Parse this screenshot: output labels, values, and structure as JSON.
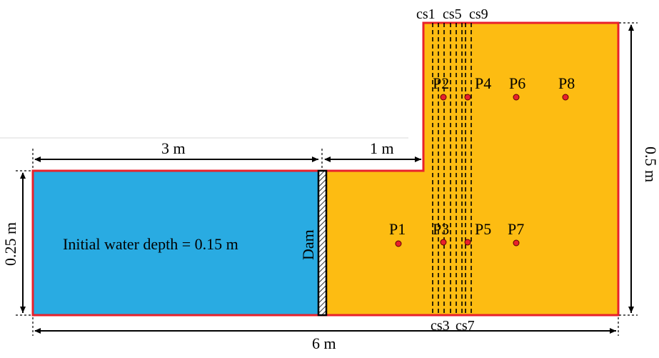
{
  "colors": {
    "reservoir": "#29ABE2",
    "floodplain": "#FDBC12",
    "boundary": "#E8212B",
    "probe": "#E8212B",
    "dimension": "#000000"
  },
  "labels": {
    "water_depth": "Initial water depth = 0.15 m",
    "dam": "Dam"
  },
  "dimensions": {
    "reservoir_length": "3 m",
    "gap_length": "1 m",
    "reservoir_height": "0.25 m",
    "total_height": "0.5 m",
    "total_length": "6 m"
  },
  "cross_sections": {
    "top": [
      "cs1",
      "cs5",
      "cs9"
    ],
    "bottom": [
      "cs3",
      "cs7"
    ]
  },
  "probes": [
    "P1",
    "P2",
    "P3",
    "P4",
    "P5",
    "P6",
    "P7",
    "P8"
  ]
}
